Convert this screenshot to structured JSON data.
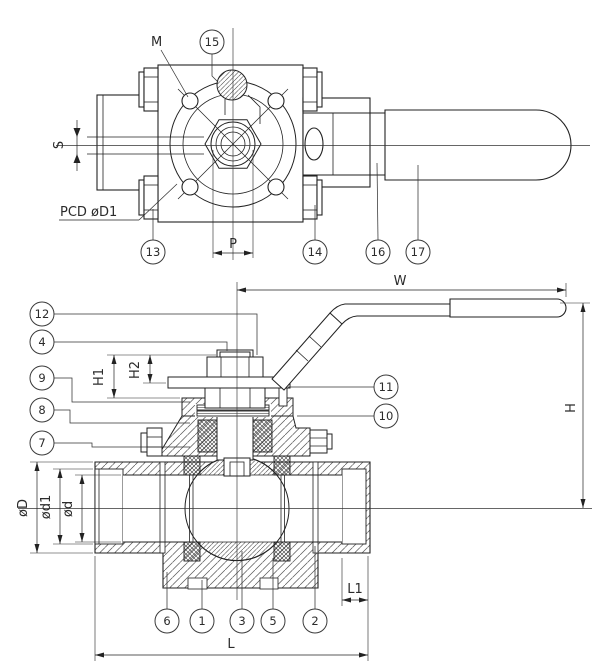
{
  "colors": {
    "background": "#ffffff",
    "line": "#222222",
    "text": "#2b2b2b"
  },
  "top_view": {
    "labels": {
      "m": "M",
      "s": "S",
      "p": "P",
      "pcd": "PCD øD1"
    },
    "callouts": {
      "c13": "13",
      "c14": "14",
      "c15": "15",
      "c16": "16",
      "c17": "17"
    }
  },
  "front_view": {
    "dims": {
      "w": "W",
      "h": "H",
      "h1": "H1",
      "h2": "H2",
      "od": "øD",
      "od1": "ød1",
      "od_bore": "ød",
      "l": "L",
      "l1": "L1"
    },
    "callouts": {
      "c1": "1",
      "c2": "2",
      "c3": "3",
      "c4": "4",
      "c5": "5",
      "c6": "6",
      "c7": "7",
      "c8": "8",
      "c9": "9",
      "c10": "10",
      "c11": "11",
      "c12": "12"
    }
  }
}
